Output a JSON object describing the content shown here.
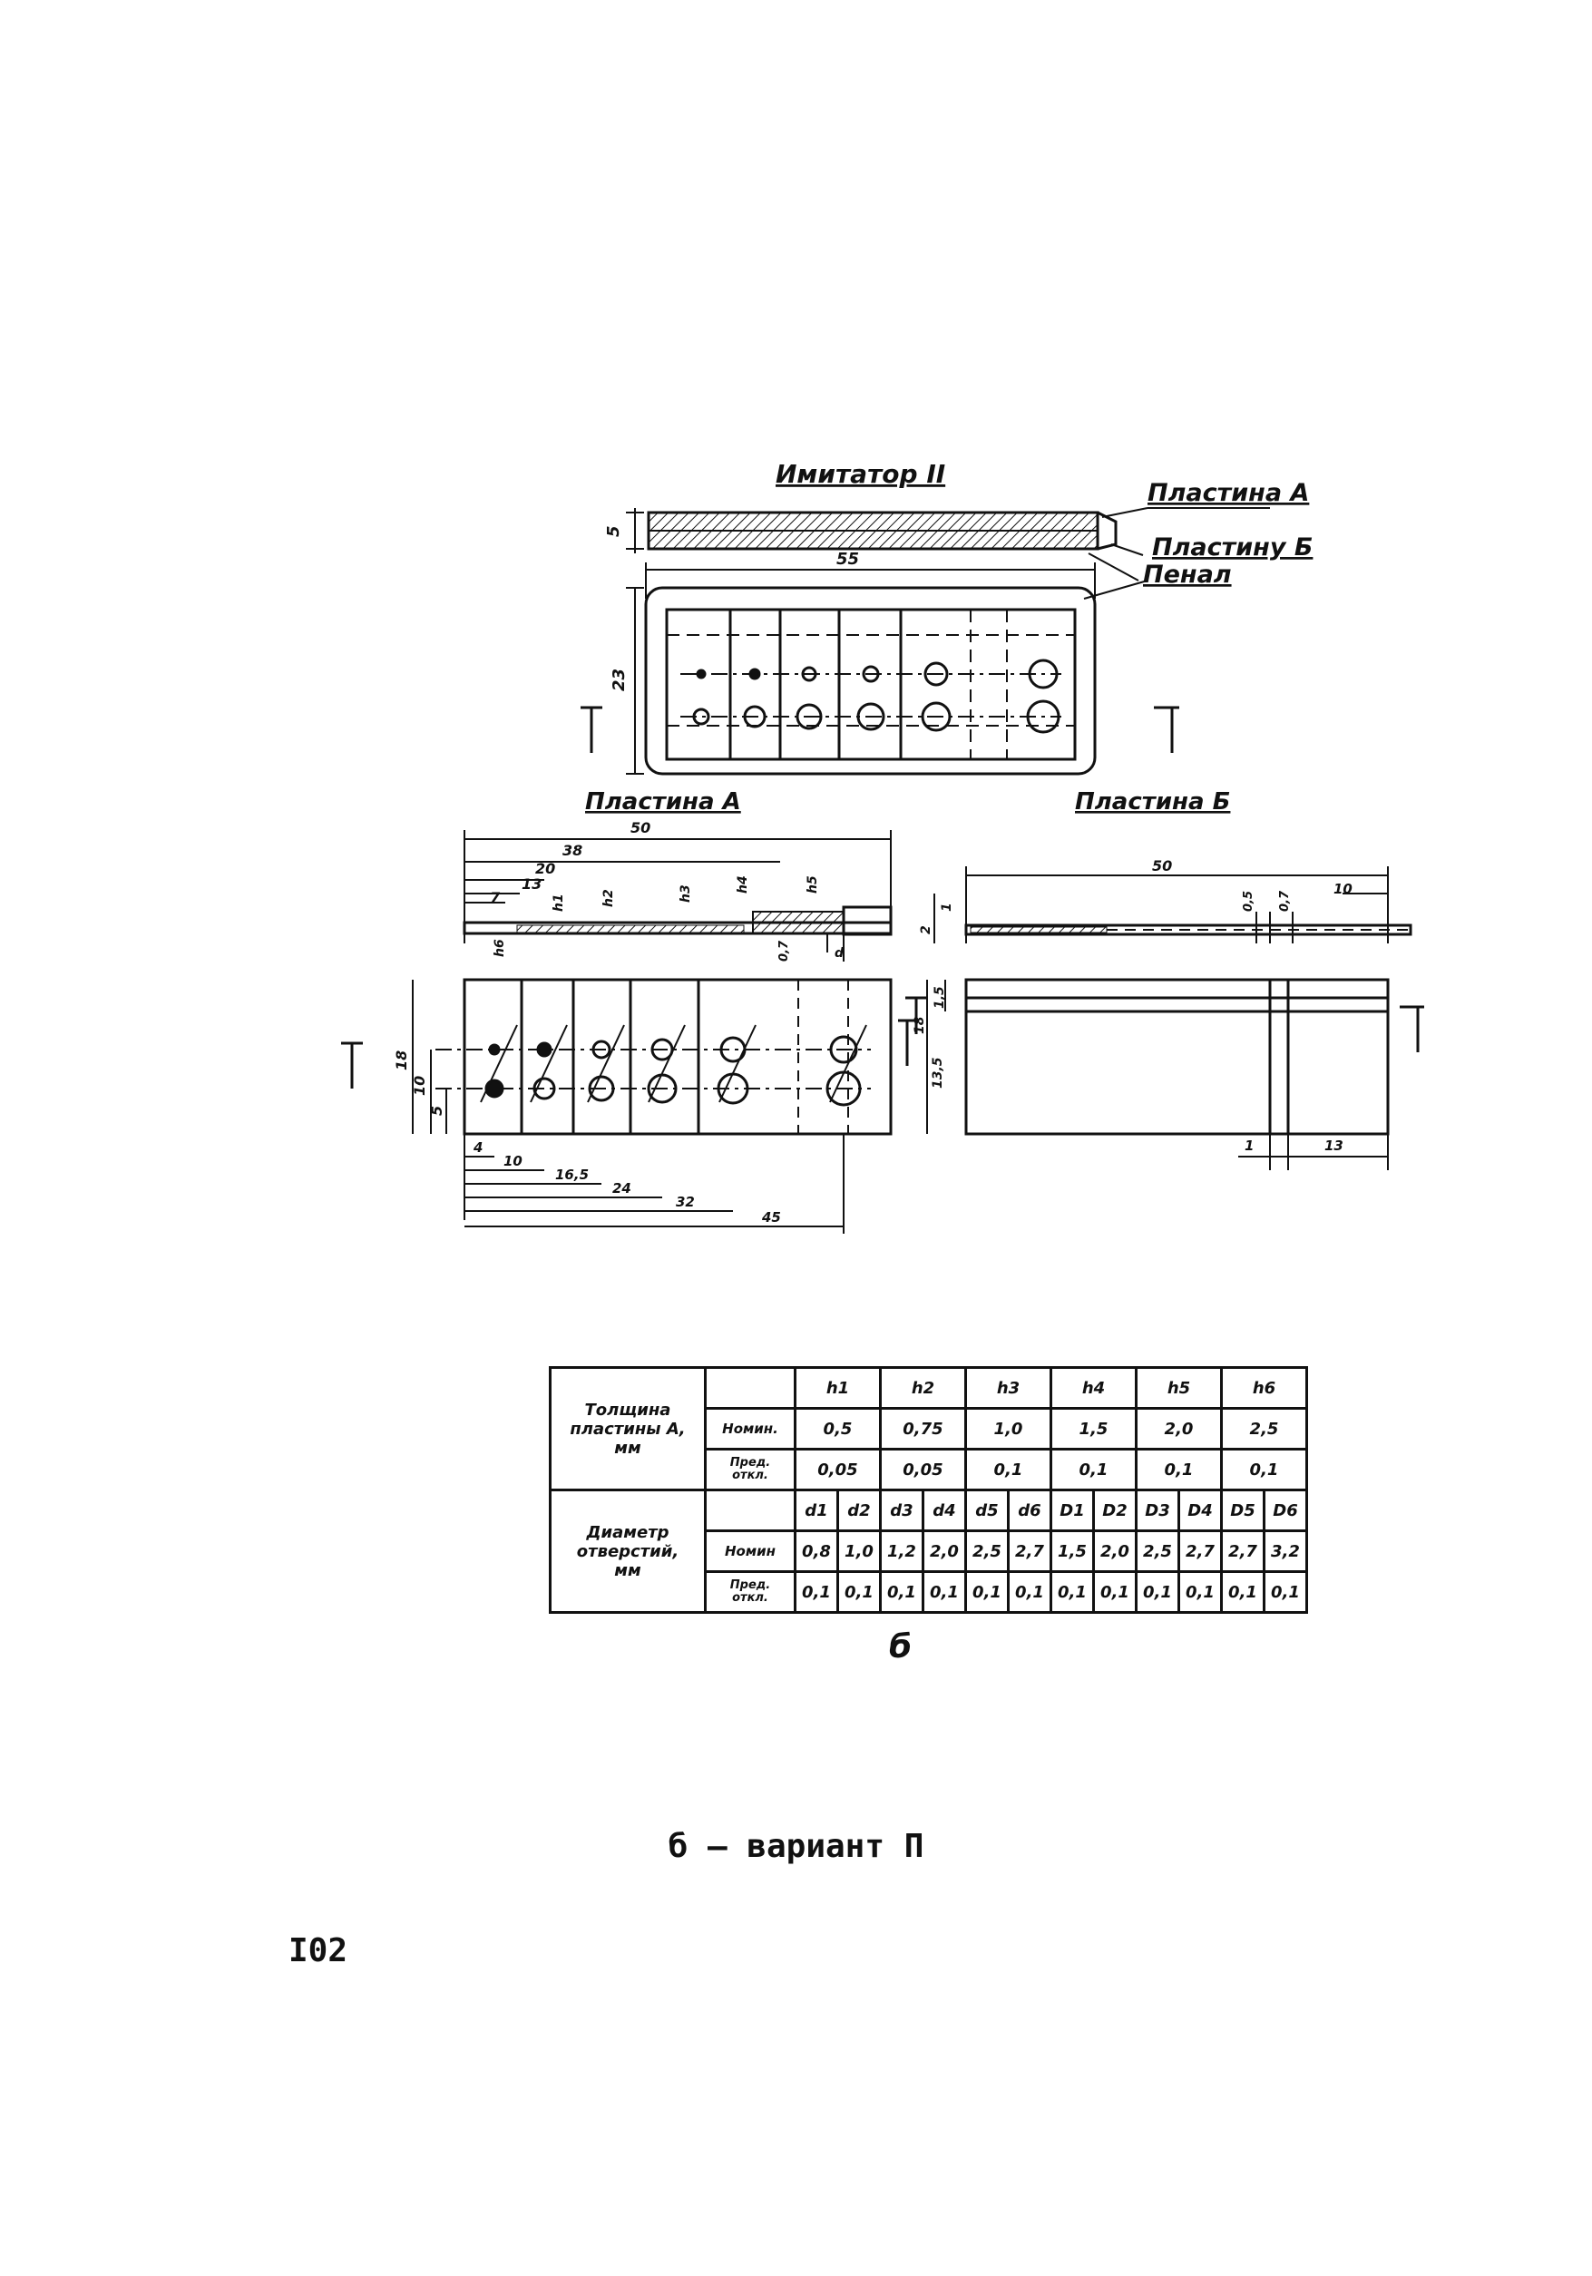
{
  "labels": {
    "imitator": "Имитатор  II",
    "plate_a": "Пластина А",
    "plate_b_top": "Пластину Б",
    "pencil_case": "Пенал",
    "plate_a_title": "Пластина  А",
    "plate_b_title": "Пластина  Б"
  },
  "dims": {
    "top_height": "5",
    "case_width": "55",
    "case_height": "23",
    "a_len": "50",
    "a_38": "38",
    "a_20": "20",
    "a_13": "13",
    "a_7": "7",
    "a_h1": "h1",
    "a_h2": "h2",
    "a_h3": "h3",
    "a_h4": "h4",
    "a_h5": "h5",
    "a_h6": "h6",
    "a_07": "0,7",
    "a_d": "d",
    "a_18": "18",
    "a_10": "10",
    "a_5": "5",
    "a_4": "4",
    "a_10b": "10",
    "a_165": "16,5",
    "a_24": "24",
    "a_32": "32",
    "a_45": "45",
    "b_len": "50",
    "b_1": "1",
    "b_2": "2",
    "b_05": "0,5",
    "b_07": "0,7",
    "b_10": "10",
    "b_15": "1,5",
    "b_18": "18",
    "b_135": "13,5",
    "b_1b": "1",
    "b_13": "13"
  },
  "table": {
    "thickness_label": [
      "Толщина",
      "пластины А,",
      "мм"
    ],
    "diam_label": [
      "Диаметр",
      "отверстий,",
      "мм"
    ],
    "nom_label": "Номин.",
    "tol_label": [
      "Пред.",
      "откл."
    ],
    "nom2_label": "Номин",
    "tol2_label": [
      "Пред.",
      "откл."
    ],
    "h_headers": [
      "h1",
      "h2",
      "h3",
      "h4",
      "h5",
      "h6"
    ],
    "h_nominal": [
      "0,5",
      "0,75",
      "1,0",
      "1,5",
      "2,0",
      "2,5"
    ],
    "h_tol": [
      "0,05",
      "0,05",
      "0,1",
      "0,1",
      "0,1",
      "0,1"
    ],
    "d_headers": [
      "d1",
      "d2",
      "d3",
      "d4",
      "d5",
      "d6",
      "D1",
      "D2",
      "D3",
      "D4",
      "D5",
      "D6"
    ],
    "d_nominal": [
      "0,8",
      "1,0",
      "1,2",
      "2,0",
      "2,5",
      "2,7",
      "1,5",
      "2,0",
      "2,5",
      "2,7",
      "2,7",
      "3,2"
    ],
    "d_tol": [
      "0,1",
      "0,1",
      "0,1",
      "0,1",
      "0,1",
      "0,1",
      "0,1",
      "0,1",
      "0,1",
      "0,1",
      "0,1",
      "0,1"
    ]
  },
  "table_caption": "б",
  "caption": "б – вариант П",
  "page_number": "I02"
}
